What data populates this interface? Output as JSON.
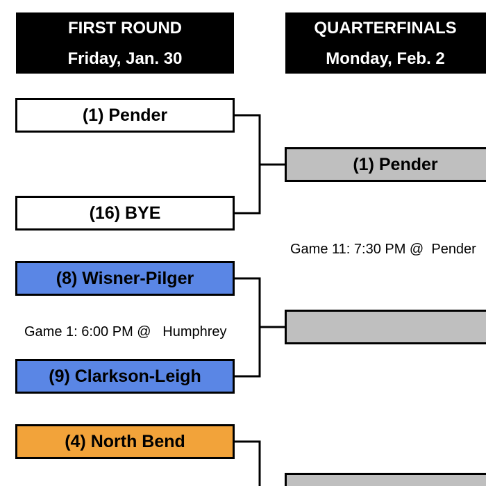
{
  "headers": {
    "first_round": {
      "title": "FIRST ROUND",
      "date": "Friday, Jan. 30"
    },
    "quarterfinals": {
      "title": "QUARTERFINALS",
      "date": "Monday, Feb. 2"
    }
  },
  "first_round": {
    "slot1": "(1) Pender",
    "slot2": "(16) BYE",
    "slot3": "(8) Wisner-Pilger",
    "game1_note": "Game 1: 6:00 PM @   Humphrey",
    "slot4": "(9) Clarkson-Leigh",
    "slot5": "(4) North Bend"
  },
  "quarterfinals": {
    "slot1": "(1) Pender",
    "game11_note": "Game 11: 7:30 PM @  Pender",
    "slot2": "",
    "slot3": ""
  },
  "colors": {
    "header_bg": "#000000",
    "blue_team": "#5a86e5",
    "orange_team": "#f2a33a",
    "quarterfinal_slot": "#bfbfbf"
  }
}
